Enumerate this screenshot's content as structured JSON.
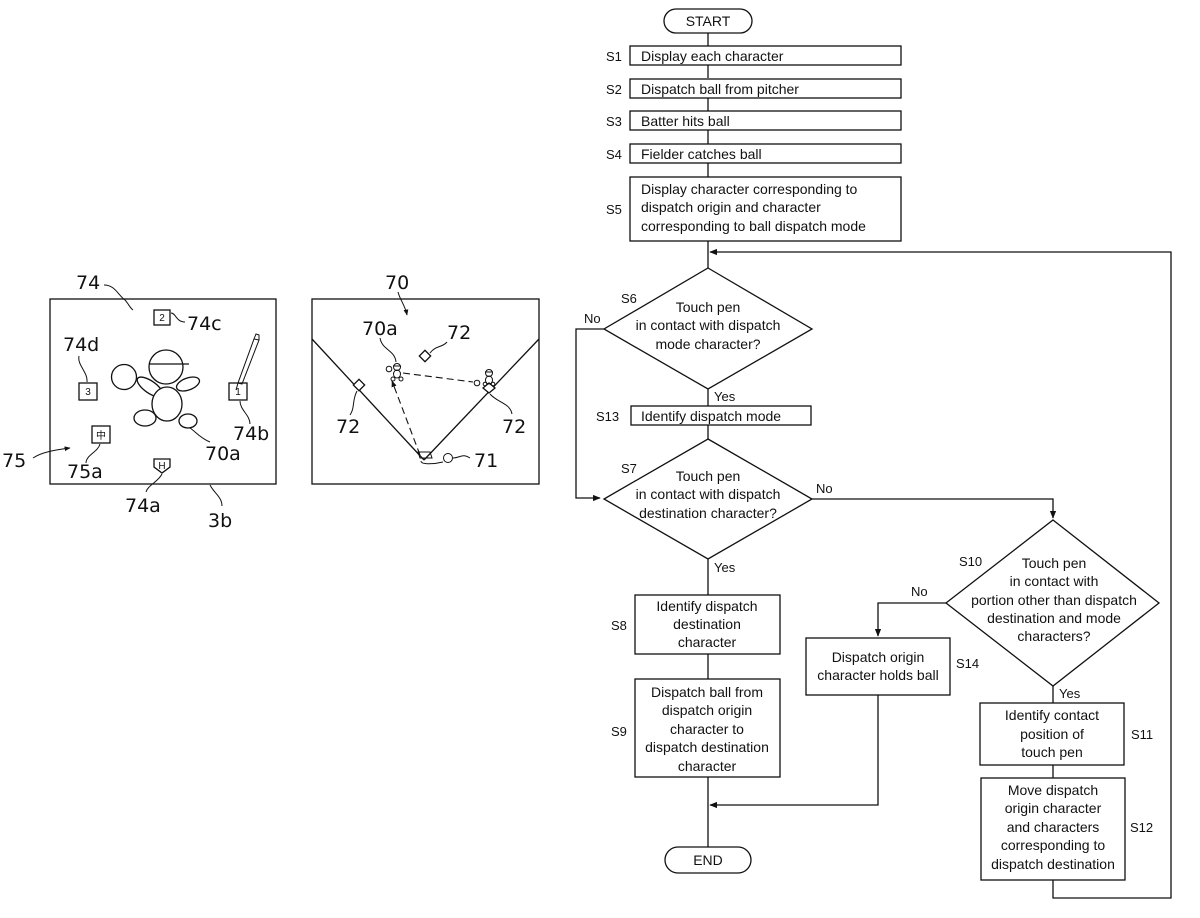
{
  "figure_left": {
    "screen_ref": "74",
    "panel_ref": "3b",
    "group_ref": "75",
    "base_labels": {
      "home": "H",
      "first": "1",
      "second": "2",
      "third": "3",
      "center": "中"
    },
    "refs": {
      "home": "74a",
      "first": "74b",
      "second": "74c",
      "third": "74d",
      "center": "75a",
      "character": "70a"
    }
  },
  "figure_middle": {
    "screen_ref": "70",
    "refs": {
      "character": "70a",
      "base_top": "72",
      "base_left": "72",
      "base_right": "72",
      "batter": "71"
    }
  },
  "flowchart": {
    "start": "START",
    "end": "END",
    "steps": {
      "s1": {
        "id": "S1",
        "text": [
          "Display each character"
        ]
      },
      "s2": {
        "id": "S2",
        "text": [
          "Dispatch ball from pitcher"
        ]
      },
      "s3": {
        "id": "S3",
        "text": [
          "Batter hits ball"
        ]
      },
      "s4": {
        "id": "S4",
        "text": [
          "Fielder catches ball"
        ]
      },
      "s5": {
        "id": "S5",
        "text": [
          "Display character corresponding to",
          "dispatch origin and character",
          "corresponding to ball dispatch mode"
        ]
      },
      "s6": {
        "id": "S6",
        "text": [
          "Touch pen",
          "in contact with dispatch",
          "mode character?"
        ]
      },
      "s13": {
        "id": "S13",
        "text": [
          "Identify dispatch mode"
        ]
      },
      "s7": {
        "id": "S7",
        "text": [
          "Touch pen",
          "in contact with dispatch",
          "destination character?"
        ]
      },
      "s8": {
        "id": "S8",
        "text": [
          "Identify dispatch",
          "destination",
          "character"
        ]
      },
      "s9": {
        "id": "S9",
        "text": [
          "Dispatch ball from",
          "dispatch origin",
          "character to",
          "dispatch destination",
          "character"
        ]
      },
      "s10": {
        "id": "S10",
        "text": [
          "Touch pen",
          "in contact with",
          "portion other than dispatch",
          "destination and mode",
          "characters?"
        ]
      },
      "s14": {
        "id": "S14",
        "text": [
          "Dispatch origin",
          "character holds ball"
        ]
      },
      "s11": {
        "id": "S11",
        "text": [
          "Identify contact",
          "position of",
          "touch pen"
        ]
      },
      "s12": {
        "id": "S12",
        "text": [
          "Move dispatch",
          "origin character",
          "and characters",
          "corresponding to",
          "dispatch destination"
        ]
      }
    },
    "branches": {
      "yes": "Yes",
      "no": "No"
    }
  }
}
